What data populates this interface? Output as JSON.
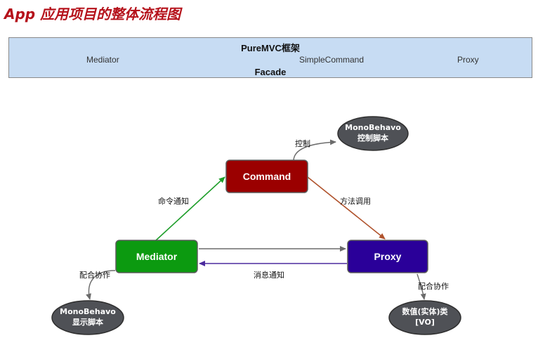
{
  "page_title": "App 应用项目的整体流程图",
  "framework": {
    "title": "PureMVC框架",
    "items": [
      "Mediator",
      "SimpleCommand",
      "Proxy"
    ],
    "facade": "Facade"
  },
  "nodes": {
    "command": "Command",
    "mediator": "Mediator",
    "proxy": "Proxy"
  },
  "ovals": {
    "control_script": [
      "MonoBehavo",
      "控制脚本"
    ],
    "display_script": [
      "MonoBehavo",
      "显示脚本"
    ],
    "value_object": [
      "数值(实体)类",
      "[VO]"
    ]
  },
  "edge_labels": {
    "control": "控制",
    "notify_command": "命令通知",
    "method_call": "方法调用",
    "message_notify": "消息通知",
    "cooperate_left": "配合协作",
    "cooperate_right": "配合协作"
  },
  "colors": {
    "title": "#b5121b",
    "framework_bg": "#c7dcf3",
    "command": "#9b0000",
    "mediator": "#0c9a10",
    "proxy": "#2a0099",
    "oval": "#4f5156",
    "arrow_green": "#1e9e2a",
    "arrow_brown": "#b0532d",
    "arrow_purple": "#4b2a9e",
    "arrow_gray": "#6b6b6b"
  }
}
